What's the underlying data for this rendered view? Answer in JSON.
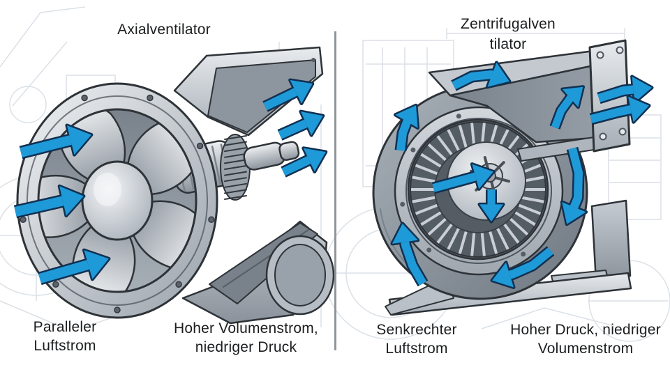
{
  "figure": {
    "type": "technical-diagram",
    "left_panel": {
      "title": "Axialventilator",
      "flow_label": {
        "line1": "Paralleler",
        "line2": "Luftstrom"
      },
      "performance_label": {
        "line1": "Hoher Volumenstrom,",
        "line2": "niedriger Druck"
      }
    },
    "right_panel": {
      "title": {
        "line1": "Zentrifugalven",
        "line2": "tilator"
      },
      "flow_label": {
        "line1": "Senkrechter",
        "line2": "Luftstrom"
      },
      "performance_label": {
        "line1": "Hoher Druck, niedriger",
        "line2": "Volumenstrom"
      }
    },
    "colors": {
      "arrow_fill": "#1f9ad8",
      "arrow_outline": "#113051",
      "outline": "#2e3338",
      "metal_light": "#e8ebee",
      "metal_mid": "#aab2ba",
      "metal_dark": "#747d86",
      "interior_dark": "#545c64",
      "blueprint_line": "#dbe1e7",
      "divider": "#8f959b",
      "background": "#ffffff",
      "text": "#1b1d1f"
    }
  }
}
